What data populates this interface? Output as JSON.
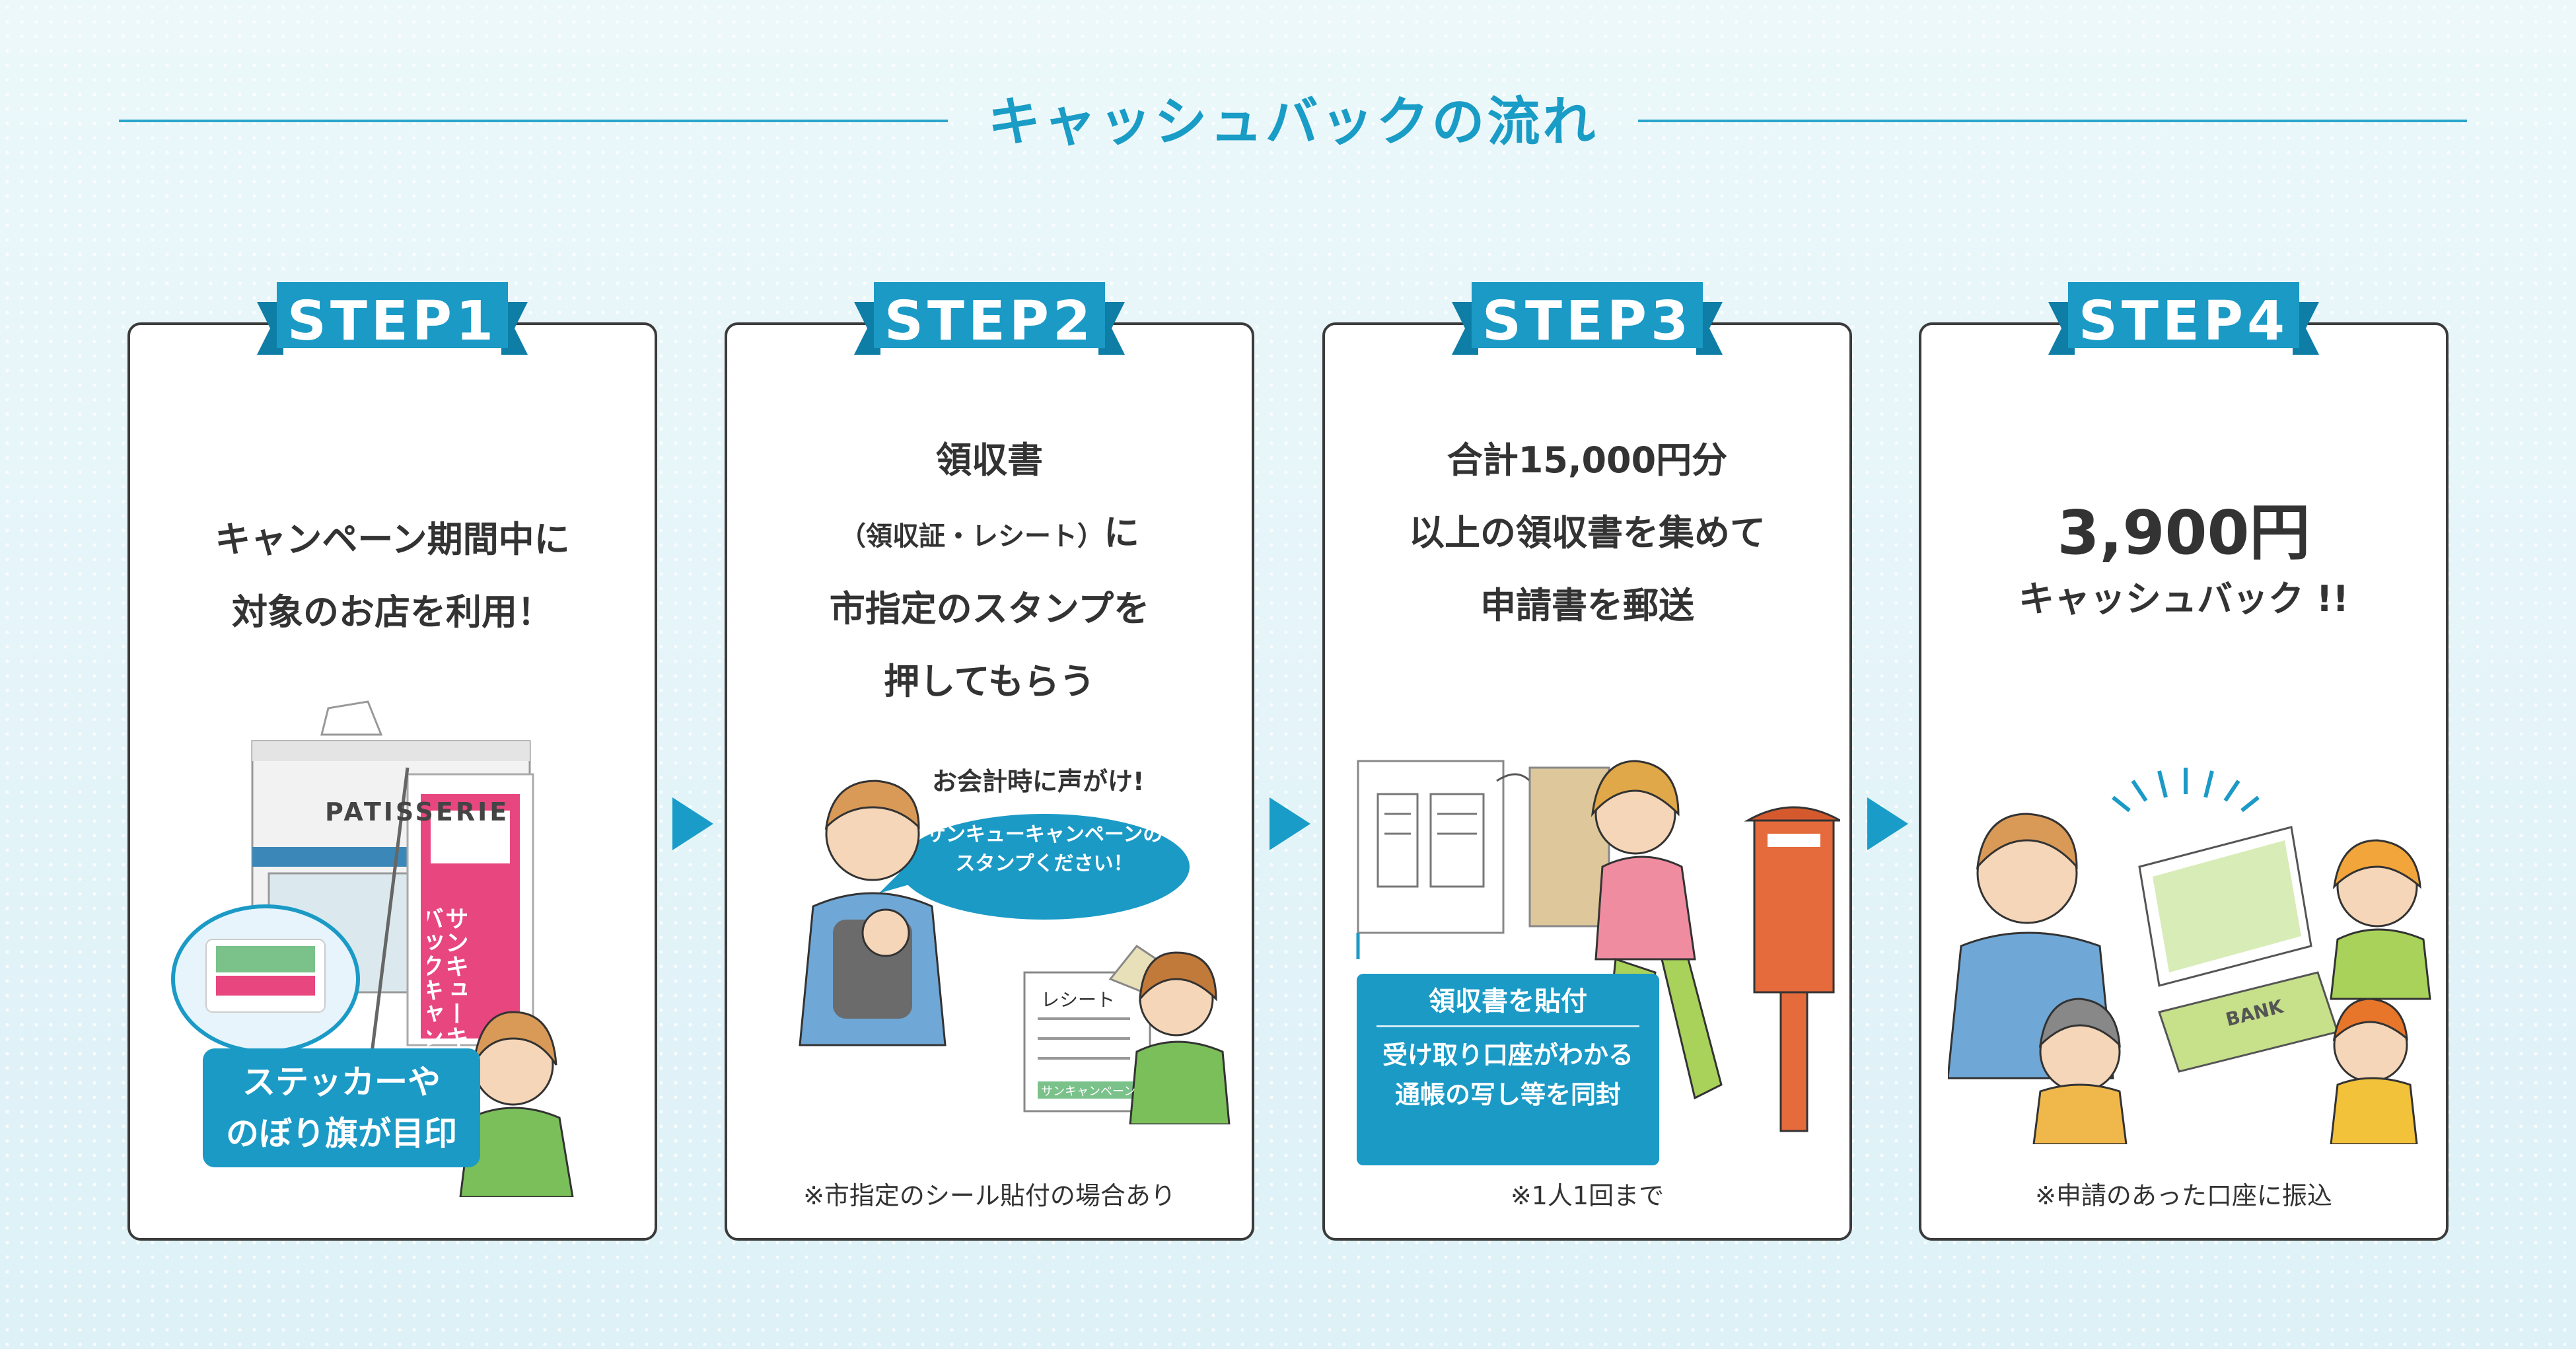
{
  "title": "キャッシュバックの流れ",
  "steps": [
    {
      "label": "STEP1",
      "lines": [
        "キャンペーン期間中に",
        "対象のお店を利用！"
      ],
      "shop_sign": "PATISSERIE",
      "banner_text": "サンキューキャッシュバックキャンペーン",
      "tag_lines": [
        "ステッカーや",
        "のぼり旗が目印"
      ]
    },
    {
      "label": "STEP2",
      "line1": "領収書",
      "line2_small": "（領収証・レシート）",
      "line2_tail": "に",
      "line3": "市指定のスタンプを",
      "line4": "押してもらう",
      "speech_caption": "お会計時に声がけ!",
      "speech_lines": [
        "サンキューキャンペーンの",
        "スタンプください！"
      ],
      "receipt_label": "レシート",
      "stamp_label": "サンキャンペーン",
      "note": "※市指定のシール貼付の場合あり"
    },
    {
      "label": "STEP3",
      "lines": [
        "合計15,000円分",
        "以上の領収書を集めて",
        "申請書を郵送"
      ],
      "tag_top": "領収書を貼付",
      "tag_bottom": [
        "受け取り口座がわかる",
        "通帳の写し等を同封"
      ],
      "note": "※1人1回まで"
    },
    {
      "label": "STEP4",
      "amount": "3,900円",
      "line": "キャッシュバック !!",
      "card_label": "BANK",
      "note": "※申請のあった口座に振込"
    }
  ],
  "colors": {
    "accent": "#1b9ac6",
    "border": "#3b3b3b",
    "background": "#e9f6f9"
  }
}
